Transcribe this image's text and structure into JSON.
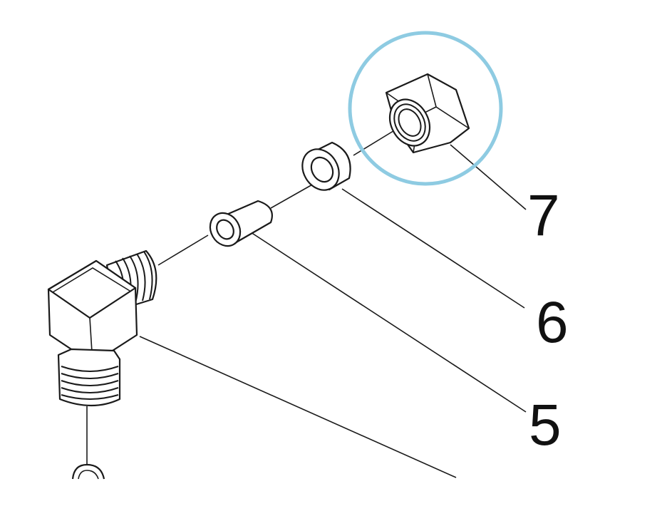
{
  "callouts": [
    {
      "label": "7",
      "part": "compression-nut"
    },
    {
      "label": "6",
      "part": "ferrule"
    },
    {
      "label": "5",
      "part": "tube-insert"
    }
  ],
  "highlight": {
    "color": "#8ecbe2",
    "target": "compression-nut"
  },
  "colors": {
    "line": "#1a1a1a",
    "background": "#ffffff"
  }
}
